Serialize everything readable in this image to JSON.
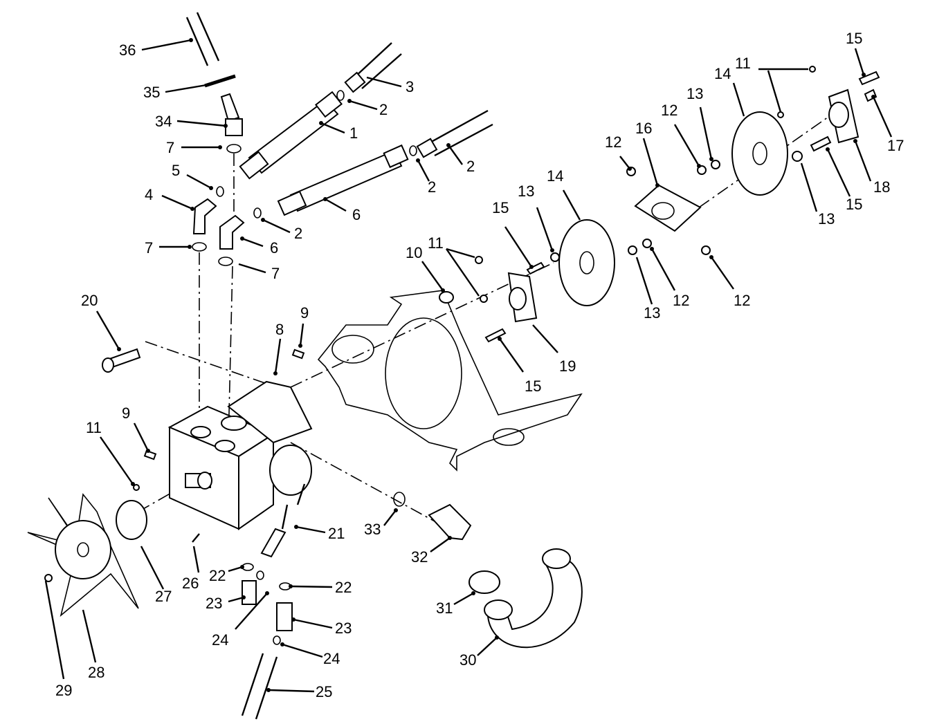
{
  "diagram": {
    "callouts": [
      {
        "id": "c36",
        "text": "36"
      },
      {
        "id": "c35",
        "text": "35"
      },
      {
        "id": "c34",
        "text": "34"
      },
      {
        "id": "c3",
        "text": "3"
      },
      {
        "id": "c2a",
        "text": "2"
      },
      {
        "id": "c1",
        "text": "1"
      },
      {
        "id": "c7a",
        "text": "7"
      },
      {
        "id": "c2b",
        "text": "2"
      },
      {
        "id": "c5",
        "text": "5"
      },
      {
        "id": "c6a",
        "text": "6"
      },
      {
        "id": "c2c",
        "text": "2"
      },
      {
        "id": "c4",
        "text": "4"
      },
      {
        "id": "c2d",
        "text": "2"
      },
      {
        "id": "c6b",
        "text": "6"
      },
      {
        "id": "c7b",
        "text": "7"
      },
      {
        "id": "c7c",
        "text": "7"
      },
      {
        "id": "c20",
        "text": "20"
      },
      {
        "id": "c9a",
        "text": "9"
      },
      {
        "id": "c8",
        "text": "8"
      },
      {
        "id": "c10",
        "text": "10"
      },
      {
        "id": "c11a",
        "text": "11"
      },
      {
        "id": "c15a",
        "text": "15"
      },
      {
        "id": "c13a",
        "text": "13"
      },
      {
        "id": "c14a",
        "text": "14"
      },
      {
        "id": "c19",
        "text": "19"
      },
      {
        "id": "c15b",
        "text": "15"
      },
      {
        "id": "c12a",
        "text": "12"
      },
      {
        "id": "c16",
        "text": "16"
      },
      {
        "id": "c12b",
        "text": "12"
      },
      {
        "id": "c13b",
        "text": "13"
      },
      {
        "id": "c14b",
        "text": "14"
      },
      {
        "id": "c11b",
        "text": "11"
      },
      {
        "id": "c15c",
        "text": "15"
      },
      {
        "id": "c17",
        "text": "17"
      },
      {
        "id": "c18",
        "text": "18"
      },
      {
        "id": "c15d",
        "text": "15"
      },
      {
        "id": "c13c",
        "text": "13"
      },
      {
        "id": "c13d",
        "text": "13"
      },
      {
        "id": "c12c",
        "text": "12"
      },
      {
        "id": "c12d",
        "text": "12"
      },
      {
        "id": "c9b",
        "text": "9"
      },
      {
        "id": "c11c",
        "text": "11"
      },
      {
        "id": "c21",
        "text": "21"
      },
      {
        "id": "c33",
        "text": "33"
      },
      {
        "id": "c32",
        "text": "32"
      },
      {
        "id": "c31",
        "text": "31"
      },
      {
        "id": "c30",
        "text": "30"
      },
      {
        "id": "c22a",
        "text": "22"
      },
      {
        "id": "c22b",
        "text": "22"
      },
      {
        "id": "c26",
        "text": "26"
      },
      {
        "id": "c27",
        "text": "27"
      },
      {
        "id": "c23a",
        "text": "23"
      },
      {
        "id": "c23b",
        "text": "23"
      },
      {
        "id": "c24a",
        "text": "24"
      },
      {
        "id": "c24b",
        "text": "24"
      },
      {
        "id": "c25",
        "text": "25"
      },
      {
        "id": "c28",
        "text": "28"
      },
      {
        "id": "c29",
        "text": "29"
      }
    ]
  }
}
